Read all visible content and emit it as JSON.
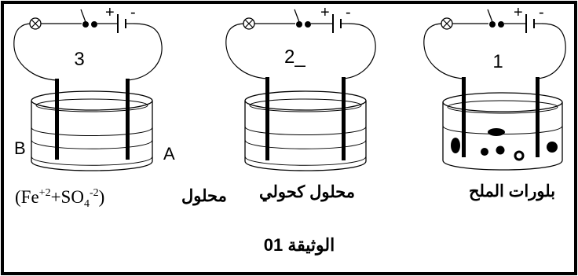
{
  "document_label": "الوثيقة 01",
  "setups": [
    {
      "number": "1",
      "content_label": "بلورات الملح",
      "content_kind": "salt-crystals",
      "battery_plus": "+",
      "battery_minus": "-"
    },
    {
      "number": "2_",
      "content_label": "محلول كحولي",
      "content_kind": "alcohol-solution",
      "battery_plus": "+",
      "battery_minus": "-"
    },
    {
      "number": "3",
      "content_label": "محلول",
      "formula": {
        "open": "(Fe",
        "fe_charge": "+2",
        "plus": "+SO",
        "sub": "4",
        "so4_charge": "-2",
        "close": ")"
      },
      "content_kind": "iron-sulfate-solution",
      "electrode_left": "B",
      "electrode_right": "A",
      "battery_plus": "+",
      "battery_minus": "-"
    }
  ],
  "colors": {
    "ink": "#000000",
    "frame": "#000000",
    "background": "#ffffff"
  }
}
